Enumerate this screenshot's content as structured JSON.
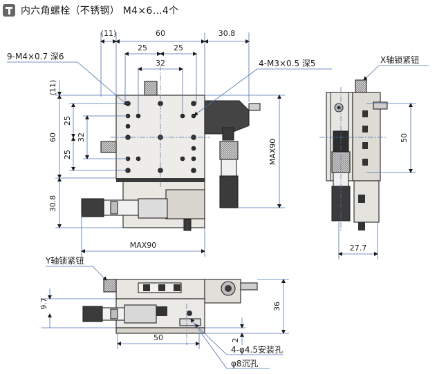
{
  "header": {
    "icon": "screw-icon",
    "title": "内六角螺栓（不锈钢） M4×6…4个"
  },
  "top_view": {
    "dim_11_top": "(11)",
    "dim_60_top": "60",
    "dim_30_8_top": "30.8",
    "dim_25_left": "25",
    "dim_25_right": "25",
    "dim_32_top": "32",
    "callout_m4": "9-M4×0.7 深6",
    "callout_m3": "4-M3×0.5 深5",
    "dim_11_side": "(11)",
    "dim_60_side": "60",
    "dim_25_upper": "25",
    "dim_32_side": "32",
    "dim_25_lower": "25",
    "dim_30_8_side": "30.8",
    "dim_max90_bottom": "MAX90",
    "dim_max90_right": "MAX90"
  },
  "side_view": {
    "callout_x_knob": "X轴锁紧钮",
    "dim_50": "50",
    "dim_27_7": "27.7"
  },
  "front_view": {
    "callout_y_knob": "Y轴锁紧钮",
    "dim_9_7": "9.7",
    "dim_36": "36",
    "dim_50": "50",
    "dim_2": "2",
    "callout_mount": "4-φ4.5安装孔",
    "callout_cbore": "φ8沉孔"
  },
  "colors": {
    "dimension_line": "#4a6fb0",
    "part_fill": "#eceae6",
    "part_dark": "#3b3b3b",
    "outline": "#222222"
  }
}
